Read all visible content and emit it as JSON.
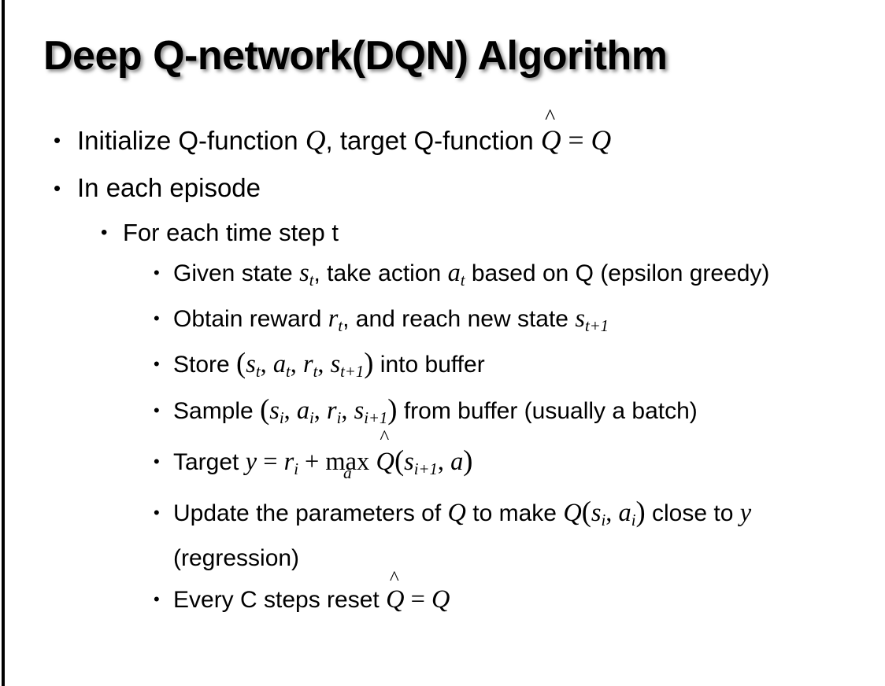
{
  "slide": {
    "title": "Deep Q-network(DQN) Algorithm",
    "background_color": "#ffffff",
    "text_color": "#000000",
    "accent_rule_color": "#000000",
    "bullet_glyph": "•"
  },
  "content": {
    "level1": {
      "item_initialize": {
        "prefix": "Initialize Q-function ",
        "var_q": "Q",
        "mid": ", target Q-function ",
        "var_qhat": "Q",
        "hat": "̂",
        "equals": " = ",
        "var_q2": "Q"
      },
      "item_episode": "In each episode"
    },
    "level2": {
      "item_timestep": "For each time step t"
    },
    "level3": {
      "item_given": {
        "p1": "Given state ",
        "s": "s",
        "s_sub": "t",
        "p2": ", take action ",
        "a": "a",
        "a_sub": "t",
        "p3": " based on Q (epsilon greedy)"
      },
      "item_obtain": {
        "p1": "Obtain reward ",
        "r": "r",
        "r_sub": "t",
        "p2": ", and reach new state ",
        "s": "s",
        "s_sub": "t+1"
      },
      "item_store": {
        "p1": "Store ",
        "open": "(",
        "s": "s",
        "s_sub": "t",
        "c1": ", ",
        "a": "a",
        "a_sub": "t",
        "c2": ", ",
        "r": "r",
        "r_sub": "t",
        "c3": ", ",
        "s2": "s",
        "s2_sub": "t+1",
        "close": ")",
        "p2": " into buffer"
      },
      "item_sample": {
        "p1": "Sample ",
        "open": "(",
        "s": "s",
        "s_sub": "i",
        "c1": ", ",
        "a": "a",
        "a_sub": "i",
        "c2": ", ",
        "r": "r",
        "r_sub": "i",
        "c3": ", ",
        "s2": "s",
        "s2_sub": "i+1",
        "close": ")",
        "p2": " from buffer (usually a batch)"
      },
      "item_target": {
        "p1": "Target ",
        "y": "y",
        "eq": " = ",
        "r": "r",
        "r_sub": "i",
        "plus": " + ",
        "op": "max",
        "op_under": "a",
        "qhat": "Q",
        "hat": "̂",
        "open": "(",
        "s": "s",
        "s_sub": "i+1",
        "comma": ", ",
        "a": "a",
        "close": ")"
      },
      "item_update": {
        "p1": "Update the parameters of ",
        "q1": "Q",
        "p2": " to make ",
        "q2": "Q",
        "open": "(",
        "s": "s",
        "s_sub": "i",
        "comma": ", ",
        "a": "a",
        "a_sub": "i",
        "close": ")",
        "p3": " close to ",
        "y": "y",
        "p4": " (regression)"
      },
      "item_reset": {
        "p1": "Every C steps reset ",
        "qhat": "Q",
        "hat": "̂",
        "eq": " = ",
        "q": "Q"
      }
    }
  }
}
